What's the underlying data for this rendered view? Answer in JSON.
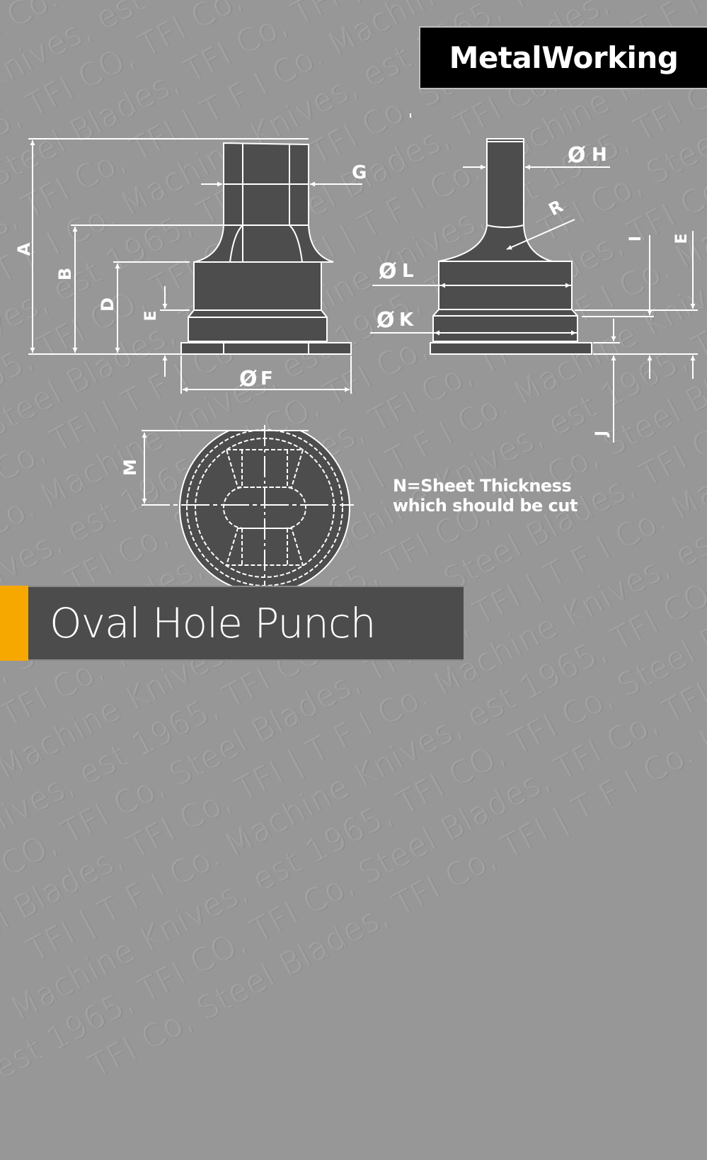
{
  "brand": {
    "label": "MetalWorking"
  },
  "title": {
    "text": "Oval Hole Punch",
    "accent_color": "#f7a800",
    "background": "#4c4c4c"
  },
  "note": {
    "line1": "N=Sheet Thickness",
    "line2": "which should be cut"
  },
  "watermark": {
    "lines": [
      "Machine Knives, est 1965, TFI CO, TFI Co, Steel Blades, TFI Co, TFI | T F I Co. Machine Knives, est 1965",
      "TFI CO, TFI Co, Steel Blades, TFI Co, TFI | T F I Co. Machine Knives, est 1965, TFI CO, TFI Co",
      "Steel Blades, TFI Co, TFI | T F I Co. Machine Knives, est 1965, TFI CO, TFI Co, Steel Blades",
      "TFI | T F I Co. Machine Knives, est 1965, TFI CO, TFI Co, Steel Blades, TFI Co, TFI | T F I Co.",
      "Machine Knives, est 1965, TFI CO, TFI Co, Steel Blades, TFI Co, TFI | T F I Co. Machine Knives",
      "est 1965, TFI CO, TFI Co, Steel Blades, TFI Co, TFI | T F I Co. Machine Knives, est 1965, TFI CO",
      "TFI Co, Steel Blades, TFI Co, TFI | T F I Co. Machine Knives, est 1965, TFI CO, TFI Co, Steel",
      "Blades, TFI Co, TFI | T F I Co. Machine Knives, est 1965, TFI CO, TFI Co, Steel Blades, TFI Co",
      "T F I Co. Machine Knives, est 1965, TFI CO, TFI Co, Steel Blades, TFI Co, TFI | T F I Co. Machine",
      "Knives, est 1965, TFI CO, TFI Co, Steel Blades, TFI Co, TFI | T F I Co. Machine Knives, est 1965",
      "TFI CO, TFI Co, Steel Blades, TFI Co, TFI | T F I Co. Machine Knives, est 1965, TFI CO, TFI Co",
      "Steel Blades, TFI Co, TFI | T F I Co. Machine Knives, est 1965, TFI CO, TFI Co, Steel Blades",
      "TFI | T F I Co. Machine Knives, est 1965, TFI CO, TFI Co, Steel Blades, TFI Co, TFI | T F I Co.",
      "Machine Knives, est 1965, TFI CO, TFI Co, Steel Blades, TFI Co, TFI | T F I Co. Machine Knives",
      "est 1965, TFI CO, TFI Co, Steel Blades, TFI Co, TFI | T F I Co. Machine Knives, est 1965, TFI CO",
      "TFI Co, Steel Blades, TFI Co, TFI | T F I Co. Machine Knives, est 1965, TFI CO, TFI Co, Steel",
      "Blades, TFI Co, TFI | T F I Co. Machine Knives, est 1965, TFI CO, TFI Co, Steel Blades, TFI Co",
      "T F I Co. Machine Knives, est 1965, TFI CO, TFI Co, Steel Blades, TFI Co, TFI | T F I Co. Machine",
      "Knives, est 1965, TFI CO, TFI Co, Steel Blades, TFI Co, TFI | T F I Co. Machine Knives, est 1965",
      "TFI CO, TFI Co, Steel Blades, TFI Co, TFI | T F I Co. Machine Knives, est 1965, TFI CO, TFI Co",
      "Steel Blades, TFI Co, TFI | T F I Co. Machine Knives, est 1965, TFI CO, TFI Co, Steel Blades",
      "TFI | T F I Co. Machine Knives, est 1965, TFI CO, TFI Co, Steel Blades, TFI Co, TFI | T F I Co.",
      "Machine Knives, est 1965, TFI CO, TFI Co, Steel Blades, TFI Co, TFI | T F I Co. Machine Knives",
      "est 1965, TFI CO, TFI Co, Steel Blades, TFI Co, TFI | T F I Co. Machine Knives, est 1965, TFI CO",
      "TFI Co, Steel Blades, TFI Co, TFI | T F I Co. Machine Knives, est 1965, TFI CO, TFI Co, Steel"
    ]
  },
  "diagram": {
    "colors": {
      "background": "#979797",
      "part_fill": "#4d4d4d",
      "line": "#ffffff"
    },
    "side_view_dimensions": {
      "A": "A",
      "B": "B",
      "D": "D",
      "E": "E",
      "F": "ØF",
      "G": "G"
    },
    "front_view_dimensions": {
      "H": "ØH",
      "R": "R",
      "L": "ØL",
      "K": "ØK",
      "I": "I",
      "E": "E",
      "J": "J"
    },
    "top_view_dimensions": {
      "M": "M"
    },
    "labels": {
      "A": "A",
      "B": "B",
      "D": "D",
      "E": "E",
      "F": "F",
      "G": "G",
      "H": "H",
      "R": "R",
      "L": "L",
      "K": "K",
      "I": "I",
      "E2": "E",
      "J": "J",
      "M": "M",
      "dia": "Ø"
    }
  }
}
